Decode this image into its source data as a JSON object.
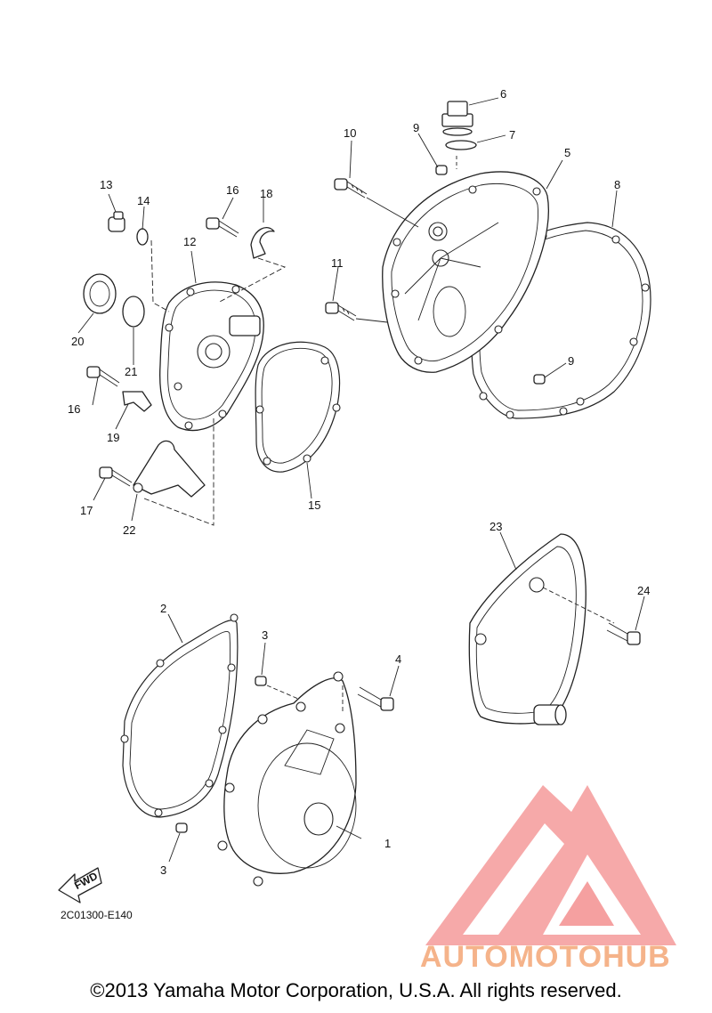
{
  "callouts": {
    "c1": "1",
    "c2": "2",
    "c3a": "3",
    "c3b": "3",
    "c4": "4",
    "c5": "5",
    "c6": "6",
    "c7": "7",
    "c8": "8",
    "c9a": "9",
    "c9b": "9",
    "c10": "10",
    "c11": "11",
    "c12": "12",
    "c13": "13",
    "c14": "14",
    "c15": "15",
    "c16a": "16",
    "c16b": "16",
    "c17": "17",
    "c18": "18",
    "c19": "19",
    "c20": "20",
    "c21": "21",
    "c22": "22",
    "c23": "23",
    "c24": "24"
  },
  "fwd_label": "FWD",
  "diagram_code": "2C01300-E140",
  "watermark": "AUTOMOTOHUB",
  "copyright": "©2013 Yamaha Motor Corporation, U.S.A. All rights reserved.",
  "colors": {
    "watermark": "#f28b8b",
    "watermark_text_a": "#f5b38a",
    "watermark_text_b": "#a0a0a0"
  }
}
